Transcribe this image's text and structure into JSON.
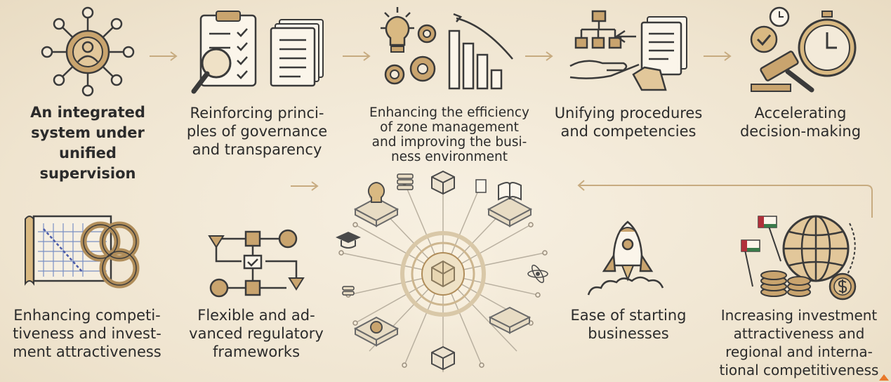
{
  "steps": [
    {
      "id": "integrated",
      "label_lines": [
        "An integrated",
        "system under",
        "unified",
        "supervision"
      ]
    },
    {
      "id": "governance",
      "label_lines": [
        "Reinforcing princi-",
        "ples of governance",
        "and transparency"
      ]
    },
    {
      "id": "efficiency",
      "label_lines": [
        "Enhancing the efficiency",
        "of zone management",
        "and improving the busi-",
        "ness environment"
      ]
    },
    {
      "id": "procedures",
      "label_lines": [
        "Unifying procedures",
        "and competencies"
      ]
    },
    {
      "id": "decision",
      "label_lines": [
        "Accelerating",
        "decision-making"
      ]
    },
    {
      "id": "investment",
      "label_lines": [
        "Increasing investment",
        "attractiveness and",
        "regional and interna-",
        "tional competitiveness"
      ]
    },
    {
      "id": "starting",
      "label_lines": [
        "Ease of starting",
        "businesses"
      ]
    },
    {
      "id": "regulatory",
      "label_lines": [
        "Flexible and ad-",
        "vanced regulatory",
        "frameworks"
      ]
    },
    {
      "id": "competitiveness",
      "label_lines": [
        "Enhancing competi-",
        "tiveness and invest-",
        "ment attractiveness"
      ]
    }
  ],
  "colors": {
    "accent": "#b08d5a",
    "ink": "#2b2b2b",
    "arrow": "#c7ab80",
    "flag_red": "#b0303a",
    "flag_green": "#3a7a4a"
  }
}
